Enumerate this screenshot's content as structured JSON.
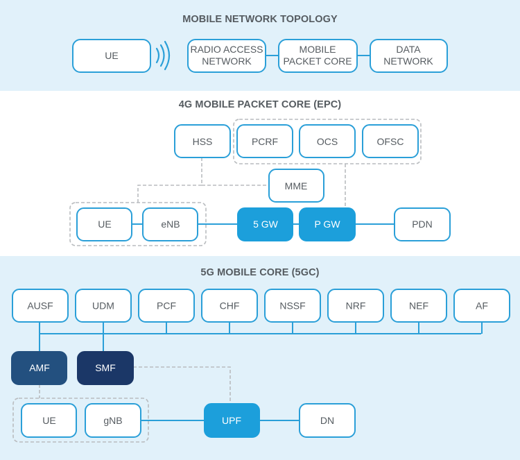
{
  "sections": {
    "topology": {
      "title": "MOBILE NETWORK TOPOLOGY",
      "nodes": {
        "ue": [
          "UE"
        ],
        "ran": [
          "RADIO ACCESS",
          "NETWORK"
        ],
        "mpc": [
          "MOBILE",
          "PACKET CORE"
        ],
        "dn": [
          "DATA",
          "NETWORK"
        ]
      },
      "wireless_icon": "radio-waves-icon"
    },
    "epc": {
      "title": "4G MOBILE PACKET CORE (EPC)",
      "nodes": {
        "hss": "HSS",
        "pcrf": "PCRF",
        "ocs": "OCS",
        "ofsc": "OFSC",
        "mme": "MME",
        "ue": "UE",
        "enb": "eNB",
        "sgw": "5 GW",
        "pgw": "P GW",
        "pdn": "PDN"
      }
    },
    "fivegc": {
      "title": "5G MOBILE CORE (5GC)",
      "functions": [
        "AUSF",
        "UDM",
        "PCF",
        "CHF",
        "NSSF",
        "NRF",
        "NEF",
        "AF"
      ],
      "nodes": {
        "amf": "AMF",
        "smf": "SMF",
        "ue": "UE",
        "gnb": "gNB",
        "upf": "UPF",
        "dn": "DN"
      }
    }
  },
  "colors": {
    "band_background": "#e1f1fa",
    "accent_cyan": "#1c9fdb",
    "outline_blue": "#2a9fd8",
    "amf_navy": "#23507f",
    "smf_dark_navy": "#1b3767",
    "dashed_gray": "#b9bcbf",
    "text_gray": "#555b60"
  }
}
